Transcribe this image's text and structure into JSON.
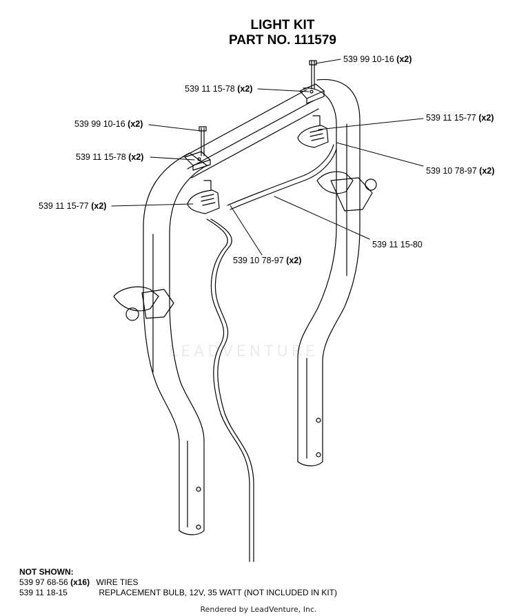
{
  "title": {
    "line1": "LIGHT KIT",
    "line2": "PART NO. 111579"
  },
  "callouts": [
    {
      "part": "539 99 10-16",
      "qty": "(x2)"
    },
    {
      "part": "539 11 15-78",
      "qty": "(x2)"
    },
    {
      "part": "539 11 15-77",
      "qty": "(x2)"
    },
    {
      "part": "539 99 10-16",
      "qty": "(x2)"
    },
    {
      "part": "539 10 78-97",
      "qty": "(x2)"
    },
    {
      "part": "539 11 15-78",
      "qty": "(x2)"
    },
    {
      "part": "539 11 15-77",
      "qty": "(x2)"
    },
    {
      "part": "539 11 15-80",
      "qty": ""
    },
    {
      "part": "539 10 78-97",
      "qty": "(x2)"
    }
  ],
  "not_shown": {
    "heading": "NOT SHOWN:",
    "items": [
      {
        "part": "539 97 68-56",
        "qty": "(x16)",
        "desc": "WIRE TIES"
      },
      {
        "part": "539 11 18-15",
        "qty": "",
        "desc": "REPLACEMENT BULB, 12V, 35 WATT (NOT INCLUDED IN  KIT)"
      }
    ]
  },
  "watermark": "LEADVENTURE",
  "footer": "Rendered by LeadVenture, Inc.",
  "colors": {
    "line": "#000000",
    "watermark": "#e6e6e6"
  }
}
